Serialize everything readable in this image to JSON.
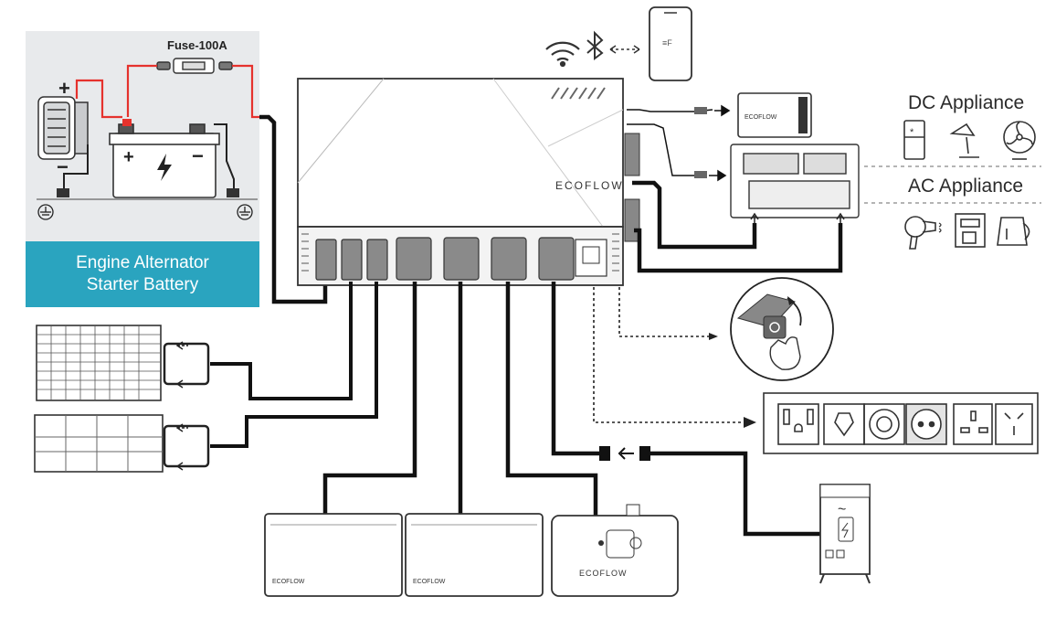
{
  "labels": {
    "fuse": "Fuse-100A",
    "engine_line1": "Engine Alternator",
    "engine_line2": "Starter Battery",
    "dc_appliance": "DC Appliance",
    "ac_appliance": "AC Appliance"
  },
  "brand": "ECOFLOW",
  "colors": {
    "accent_teal": "#2aa4bf",
    "positive_wire": "#e5322d",
    "cable": "#111111",
    "panel_bg": "#e8eaec"
  },
  "icons": {
    "wireless": [
      "wifi-icon",
      "bluetooth-icon"
    ],
    "phone": "smartphone-icon",
    "dc_appliances": [
      "fridge-icon",
      "desk-lamp-icon",
      "fan-icon"
    ],
    "ac_appliances": [
      "hair-dryer-icon",
      "coffee-maker-icon",
      "kettle-icon"
    ],
    "outlets": [
      "outlet-us-icon",
      "outlet-universal-icon",
      "outlet-twistlock-icon",
      "outlet-schuko-icon",
      "outlet-uk-icon",
      "outlet-au-icon"
    ]
  }
}
